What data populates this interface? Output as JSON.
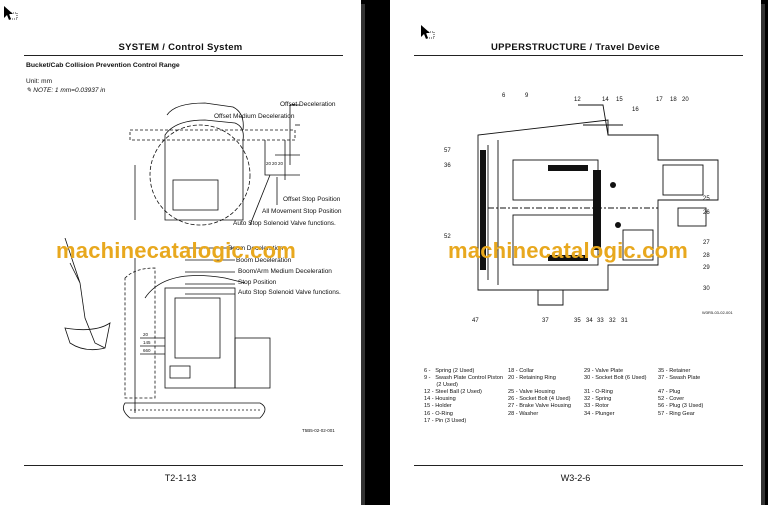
{
  "left_page": {
    "title": "SYSTEM / Control System",
    "heading": "Bucket/Cab Collision Prevention Control Range",
    "unit": "Unit: mm",
    "note": "NOTE:  1 mm=0.03937 in",
    "callouts": [
      "Offset Deceleration",
      "Offset Medium Deceleration",
      "Offset Stop Position",
      "All Movement Stop Position",
      "Auto Stop Solenoid Valve functions.",
      "Boom Deceleration",
      "Boom Deceleration",
      "Boom/Arm Medium Deceleration",
      "Stop Position",
      "Auto Stop Solenoid Valve functions."
    ],
    "fig_id": "T5B5-02-02-001",
    "page_number": "T2-1-13",
    "watermark": "machinecatalogic.com"
  },
  "right_page": {
    "title": "UPPERSTRUCTURE / Travel Device",
    "fig_id": "W3R5-03-02-001",
    "callouts_top": [
      "6",
      "9",
      "12",
      "14",
      "15",
      "16",
      "17",
      "18",
      "20"
    ],
    "callouts_left": [
      "57",
      "36",
      "52",
      "47"
    ],
    "callouts_right": [
      "25",
      "26",
      "27",
      "28",
      "29",
      "30"
    ],
    "callouts_bottom": [
      "37",
      "35",
      "34",
      "33",
      "32",
      "31"
    ],
    "legend_columns": [
      "6 -   Spring (2 Used)\n9 -   Swash Plate Control Piston\n        (2 Used)\n12 - Steel Ball (2 Used)\n14 - Housing\n15 - Holder\n16 - O-Ring\n17 - Pin (3 Used)",
      "18 - Collar\n20 - Retaining Ring\n\n25 - Valve Housing\n26 - Socket Bolt (4 Used)\n27 - Brake Valve Housing\n28 - Washer",
      "29 - Valve Plate\n30 - Socket Bolt (6 Used)\n\n31 - O-Ring\n32 - Spring\n33 - Rotor\n34 - Plunger",
      "35 - Retainer\n37 - Swash Plate\n\n47 - Plug\n52 - Cover\n56 - Plug (3 Used)\n57 - Ring Gear"
    ],
    "page_number": "W3-2-6",
    "watermark": "machinecatalogic.com"
  }
}
